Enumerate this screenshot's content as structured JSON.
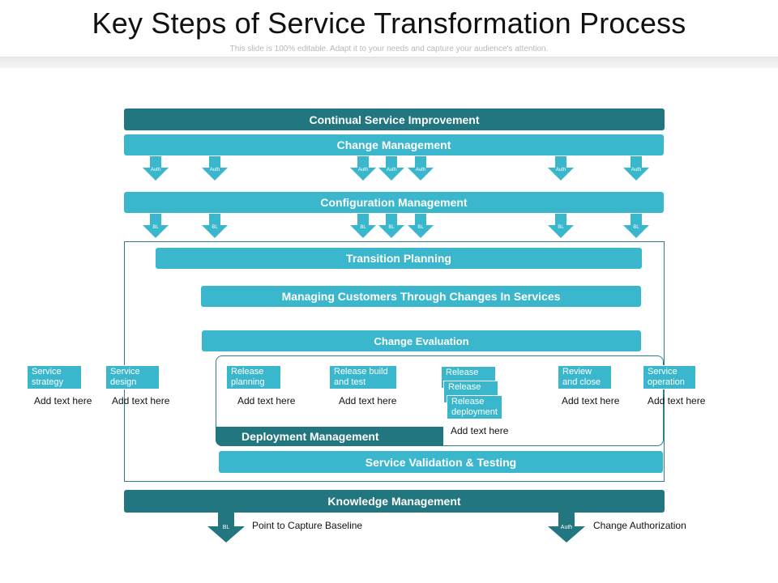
{
  "title": "Key Steps of Service Transformation Process",
  "subtitle": "This slide is 100% editable. Adapt it to your needs and capture your audience's attention.",
  "bars": {
    "continual": "Continual Service Improvement",
    "change_mgmt": "Change Management",
    "config_mgmt": "Configuration Management",
    "transition": "Transition Planning",
    "managing": "Managing Customers Through Changes In Services",
    "evaluation": "Change Evaluation",
    "deployment": "Deployment Management",
    "validation": "Service Validation & Testing",
    "knowledge": "Knowledge Management"
  },
  "arrow_labels": {
    "auth": "Auth",
    "bl": "BL"
  },
  "steps": [
    {
      "label": "Service strategy",
      "note": "Add text here"
    },
    {
      "label": "Service design",
      "note": "Add text here"
    },
    {
      "label": "Release planning",
      "note": "Add text here"
    },
    {
      "label": "Release build and test",
      "note": "Add text here"
    },
    {
      "label": "Release",
      "note": ""
    },
    {
      "label": "Release",
      "note": ""
    },
    {
      "label": "Release deployment",
      "note": "Add text here"
    },
    {
      "label": "Review and close",
      "note": "Add text here"
    },
    {
      "label": "Service operation",
      "note": "Add text here"
    }
  ],
  "legend": {
    "baseline": "Point to Capture Baseline",
    "authorization": "Change Authorization"
  },
  "colors": {
    "dark_teal": "#21767f",
    "light_teal": "#3ab7cc"
  }
}
